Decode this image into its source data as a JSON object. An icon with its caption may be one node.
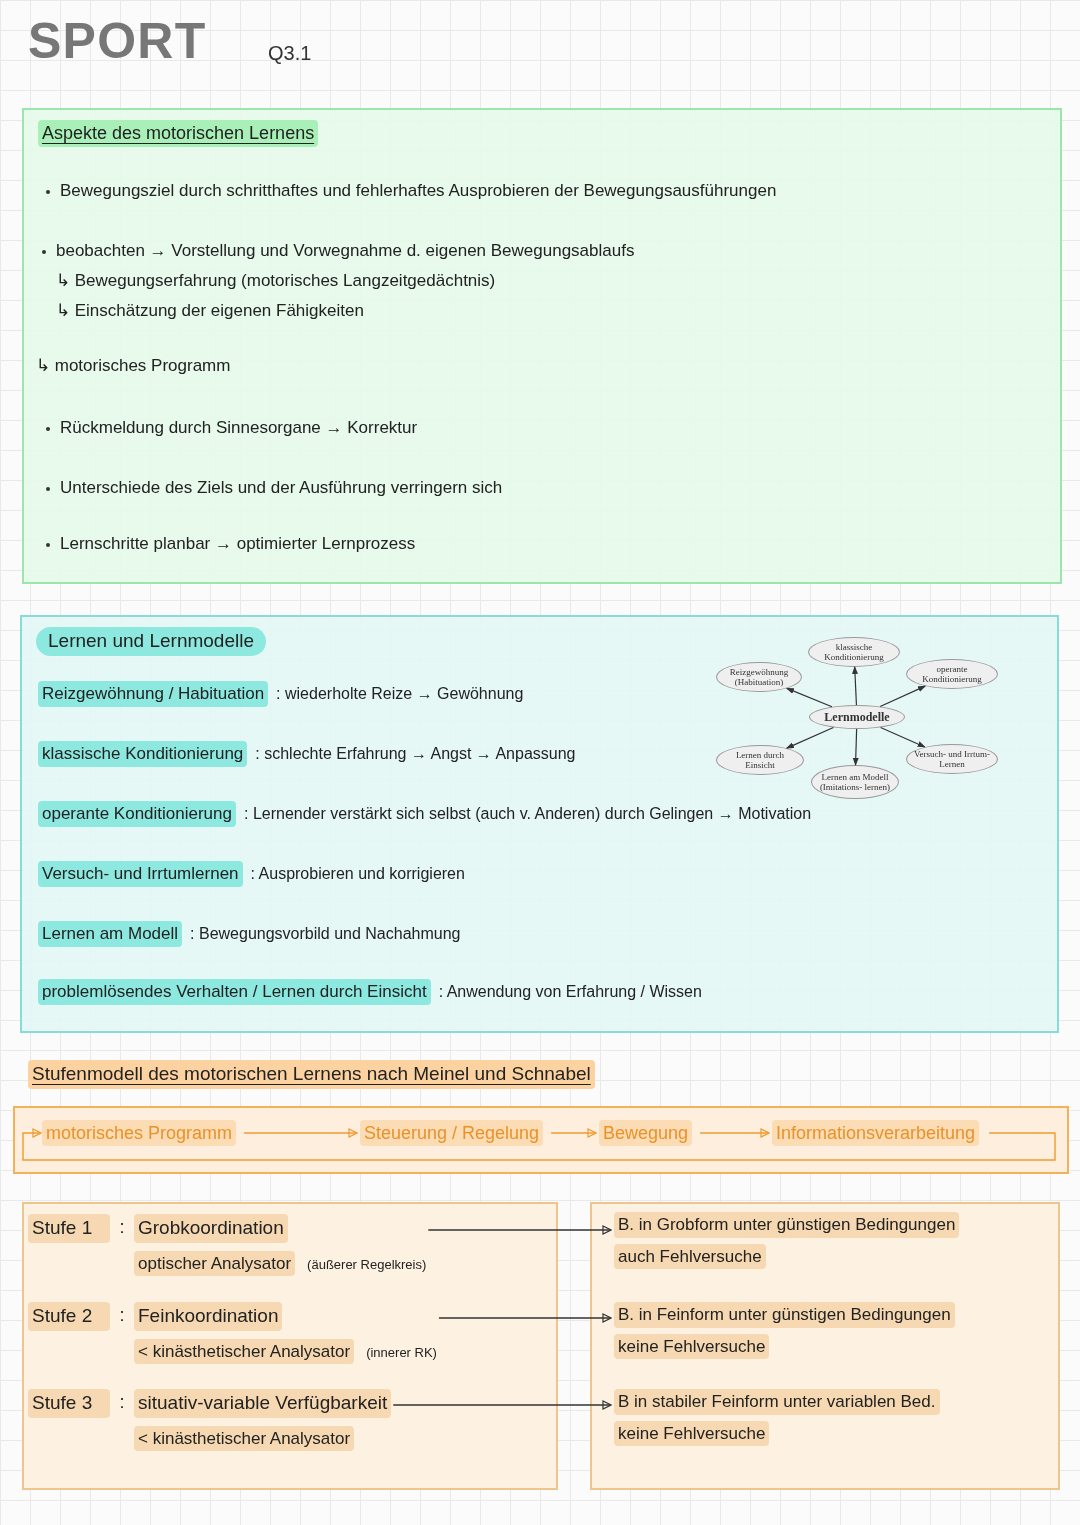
{
  "diagram": {
    "title": "SPORT",
    "nodes": [
      {
        "text": [
          "Aspekte des motorischen Lernens",
          "Bewegungsziel durch schritthaftes und fehlerhaftes Ausprobieren der Bewegungsausführungen",
          "beobachten → Vorstellung und Vorwegnahme d. eigenen Bewegungsablaufs",
          "↳ Bewegungserfahrung (motorisches Langzeitgedächtnis)",
          "↳ Einschätzung der eigenen Fähigkeiten",
          "↳ motorisches Programm",
          "Rückmeldung durch Sinnesorgane → Korrektur",
          "Unterschiede des Ziels und der Ausführung verringern sich",
          "Lernschritte planbar → optimierter Lernprozess"
        ]
      },
      {
        "text": [
          "Lernen und Lernmodelle",
          "Reizgewöhnung / Habituation",
          ": wiederholte Reize → Gewöhnung",
          "klassische Konditionierung",
          ": schlechte Erfahrung → Angst → Anpassung",
          "operante Konditionierung",
          ": Lernender verstärkt sich selbst (auch v. Anderen) durch Gelingen → Motivation",
          "Versuch- und Irrtumlernen",
          ": Ausprobieren und korrigieren",
          "Lernen am Modell",
          ": Bewegungsvorbild und Nachahmung",
          "problemlösendes Verhalten / Lernen durch Einsicht",
          ": Anwendung von Erfahrung / Wissen"
        ]
      },
      {
        "text": [
          "Lernmodelle"
        ],
        "in": 1
      },
      {
        "text": [
          "klassische Konditionierung"
        ],
        "in": 1
      },
      {
        "text": [
          "Reizgewöhnung (Habituation)"
        ],
        "in": 1
      },
      {
        "text": [
          "operante Konditionierung"
        ],
        "in": 1
      },
      {
        "text": [
          "Lernen durch Einsicht"
        ],
        "in": 1
      },
      {
        "text": [
          "Versuch- und Irrtum-Lernen"
        ],
        "in": 1
      },
      {
        "text": [
          "Lernen am Modell (Imitations- lernen)"
        ],
        "in": 1
      },
      {
        "text": [],
        "shape": "box"
      },
      {
        "text": [
          "motorisches Programm"
        ],
        "in": 9
      },
      {
        "text": [
          "Steuerung / Regelung"
        ],
        "in": 9
      },
      {
        "text": [
          "Bewegung"
        ],
        "in": 9
      },
      {
        "text": [
          "Informationsverarbeitung"
        ],
        "in": 9
      },
      {
        "text": [],
        "shape": "box"
      },
      {
        "text": [
          "Stufe 1",
          ":",
          "Grobkoordination",
          "optischer Analysator",
          "(äußerer Regelkreis)"
        ],
        "in": 14
      },
      {
        "text": [
          "Stufe 2",
          ":",
          "Feinkoordination",
          "< kinästhetischer Analysator",
          "(innerer RK)"
        ],
        "in": 14
      },
      {
        "text": [
          "Stufe 3",
          ":",
          "situativ-variable Verfügbarkeit",
          "< kinästhetischer Analysator"
        ],
        "in": 14
      },
      {
        "text": [],
        "shape": "box"
      },
      {
        "text": [
          "B. in Grobform unter günstigen Bedingungen",
          "auch Fehlversuche"
        ],
        "in": 18
      },
      {
        "text": [
          "B. in Feinform unter günstigen Bedingungen",
          "keine Fehlversuche"
        ],
        "in": 18
      },
      {
        "text": [
          "B in stabiler Feinform unter variablen Bed.",
          "keine Fehlversuche"
        ],
        "in": 18
      }
    ],
    "edges": [
      {
        "from": 2,
        "to": 3,
        "arrow": "to"
      },
      {
        "from": 2,
        "to": 4,
        "arrow": "to"
      },
      {
        "from": 2,
        "to": 5,
        "arrow": "to"
      },
      {
        "from": 2,
        "to": 6,
        "arrow": "to"
      },
      {
        "from": 2,
        "to": 7,
        "arrow": "to"
      },
      {
        "from": 2,
        "to": 8,
        "arrow": "to"
      },
      {
        "from": 10,
        "to": 11,
        "arrow": "to",
        "color": "#ef9a2e"
      },
      {
        "from": 11,
        "to": 12,
        "arrow": "to",
        "color": "#ef9a2e"
      },
      {
        "from": 12,
        "to": 13,
        "arrow": "to",
        "color": "#ef9a2e"
      },
      {
        "from": 13,
        "to": 10,
        "arrow": "to",
        "color": "#ef9a2e"
      },
      {
        "from": 15,
        "to": 19,
        "arrow": "to"
      },
      {
        "from": 16,
        "to": 20,
        "arrow": "to"
      },
      {
        "from": 17,
        "to": 21,
        "arrow": "to"
      }
    ],
    "labels": [
      "Q3.1",
      "Stufenmodell des motorischen Lernens nach Meinel und Schnabel"
    ]
  }
}
